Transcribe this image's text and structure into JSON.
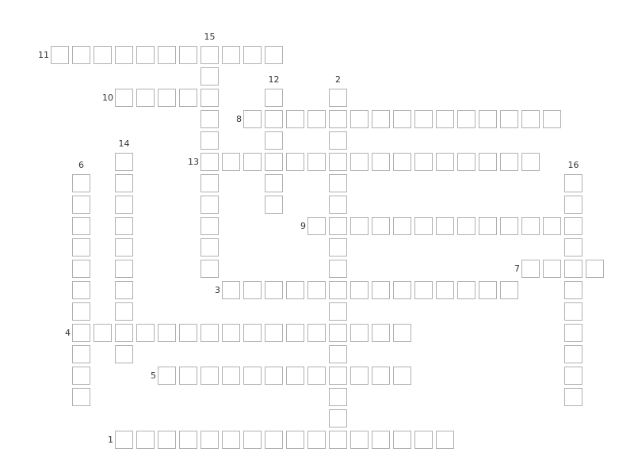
{
  "puzzle": {
    "type": "crossword",
    "colors": {
      "cell_border": "#b0b0b0",
      "cell_fill": "#ffffff",
      "number_text": "#333333",
      "background": "#ffffff"
    },
    "entries": [
      {
        "number": "1",
        "direction": "across",
        "length": 16
      },
      {
        "number": "2",
        "direction": "down",
        "length": 16
      },
      {
        "number": "3",
        "direction": "across",
        "length": 14
      },
      {
        "number": "4",
        "direction": "across",
        "length": 16
      },
      {
        "number": "5",
        "direction": "across",
        "length": 12
      },
      {
        "number": "6",
        "direction": "down",
        "length": 11
      },
      {
        "number": "7",
        "direction": "across",
        "length": 4
      },
      {
        "number": "8",
        "direction": "across",
        "length": 15
      },
      {
        "number": "9",
        "direction": "across",
        "length": 13
      },
      {
        "number": "10",
        "direction": "across",
        "length": 5
      },
      {
        "number": "11",
        "direction": "across",
        "length": 11
      },
      {
        "number": "12",
        "direction": "down",
        "length": 6
      },
      {
        "number": "13",
        "direction": "across",
        "length": 16
      },
      {
        "number": "14",
        "direction": "down",
        "length": 10
      },
      {
        "number": "15",
        "direction": "down",
        "length": 11
      },
      {
        "number": "16",
        "direction": "down",
        "length": 11
      }
    ]
  }
}
